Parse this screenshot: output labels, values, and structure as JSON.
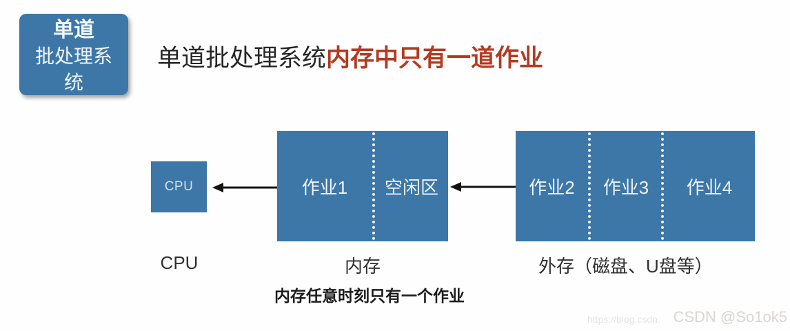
{
  "page": {
    "background_color": "#fefefe",
    "box_color": "#3d77a7",
    "highlight_color": "#b43a20"
  },
  "title_box": {
    "line1": "单道",
    "line2": "批处理系",
    "line3": "统"
  },
  "heading": {
    "normal": "单道批处理系统",
    "highlight": "内存中只有一道作业"
  },
  "diagram": {
    "cpu_box": {
      "label": "CPU"
    },
    "memory_box": {
      "sections": [
        {
          "label": "作业1"
        },
        {
          "label": "空闲区"
        }
      ]
    },
    "external_box": {
      "sections": [
        {
          "label": "作业2"
        },
        {
          "label": "作业3"
        },
        {
          "label": "作业4"
        }
      ]
    },
    "labels": {
      "cpu": "CPU",
      "memory": "内存",
      "external": "外存（磁盘、U盘等）"
    },
    "caption": "内存任意时刻只有一个作业"
  },
  "watermark": {
    "url_text": "https://blog.csdn.",
    "handle_text": "CSDN @So1ok5"
  }
}
